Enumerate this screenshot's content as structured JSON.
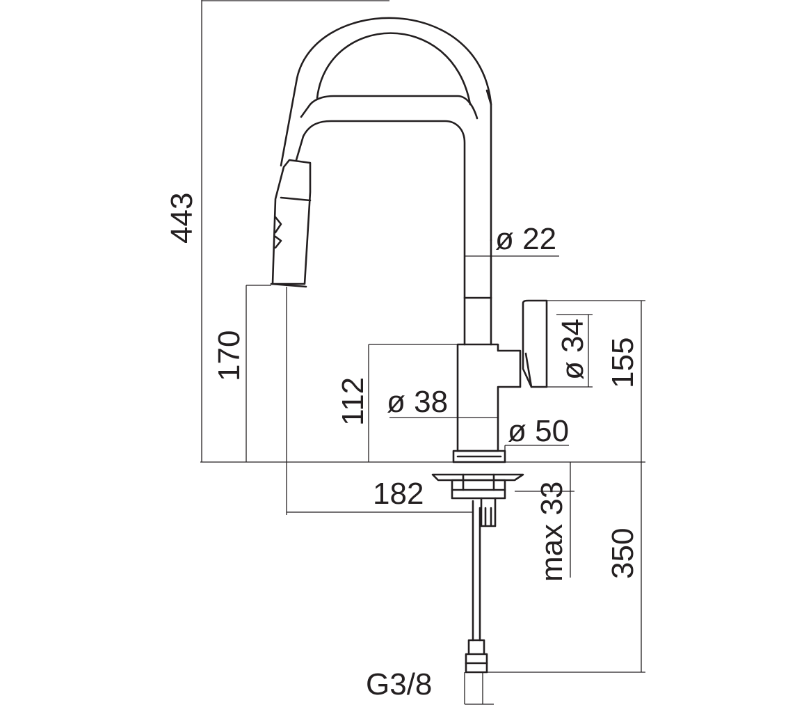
{
  "drawing": {
    "line_color": "#231f20",
    "background": "#ffffff",
    "dimensions": {
      "total_height": "443",
      "spout_height": "170",
      "body_height": "112",
      "body_diameter": "ø 38",
      "spout_diameter": "ø 22",
      "base_diameter": "ø 50",
      "lever_diameter": "ø 34",
      "lever_height": "155",
      "reach": "182",
      "max_thickness": "max 33",
      "hose_length": "350",
      "connection": "G3/8"
    }
  }
}
